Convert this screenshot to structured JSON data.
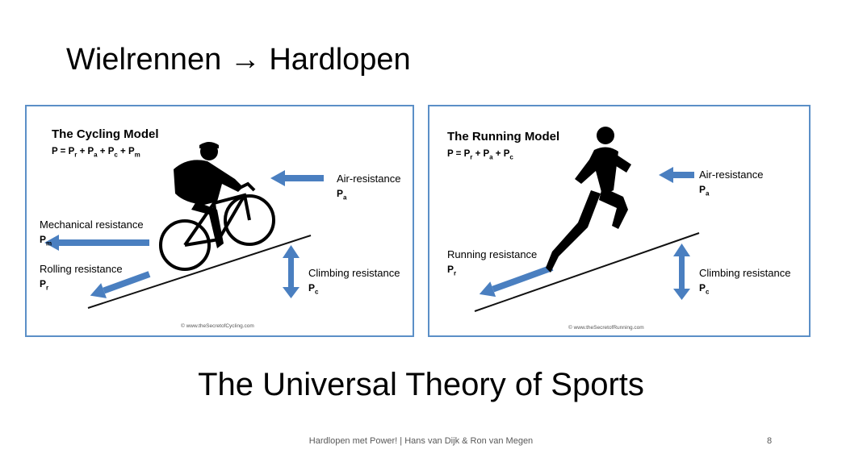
{
  "slide": {
    "title": "Wielrennen → Hardlopen",
    "subtitle": "The Universal Theory of Sports",
    "footer": "Hardlopen met Power! | Hans van Dijk & Ron van Megen",
    "page_number": "8"
  },
  "colors": {
    "border": "#5b8fc7",
    "arrow": "#4a7fc0"
  },
  "cycling": {
    "title": "The Cycling Model",
    "formula": {
      "lhs": "P = ",
      "terms": [
        "P",
        "r",
        " + P",
        "a",
        " + P",
        "c",
        " + P",
        "m"
      ]
    },
    "air_label": "Air-resistance",
    "air_symbol": "P",
    "air_sub": "a",
    "mechanical_label": "Mechanical resistance",
    "mechanical_symbol": "P",
    "mechanical_sub": "m",
    "rolling_label": "Rolling resistance",
    "rolling_symbol": "P",
    "rolling_sub": "r",
    "climbing_label": "Climbing resistance",
    "climbing_symbol": "P",
    "climbing_sub": "c",
    "copyright": "© www.theSecretofCycling.com",
    "icon": "cyclist-silhouette"
  },
  "running": {
    "title": "The Running Model",
    "formula": {
      "lhs": "P = ",
      "terms": [
        "P",
        "r",
        " + P",
        "a",
        " + P",
        "c"
      ]
    },
    "air_label": "Air-resistance",
    "air_symbol": "P",
    "air_sub": "a",
    "running_label": "Running resistance",
    "running_symbol": "P",
    "running_sub": "r",
    "climbing_label": "Climbing resistance",
    "climbing_symbol": "P",
    "climbing_sub": "c",
    "copyright": "© www.theSecretofRunning.com",
    "icon": "runner-silhouette"
  }
}
